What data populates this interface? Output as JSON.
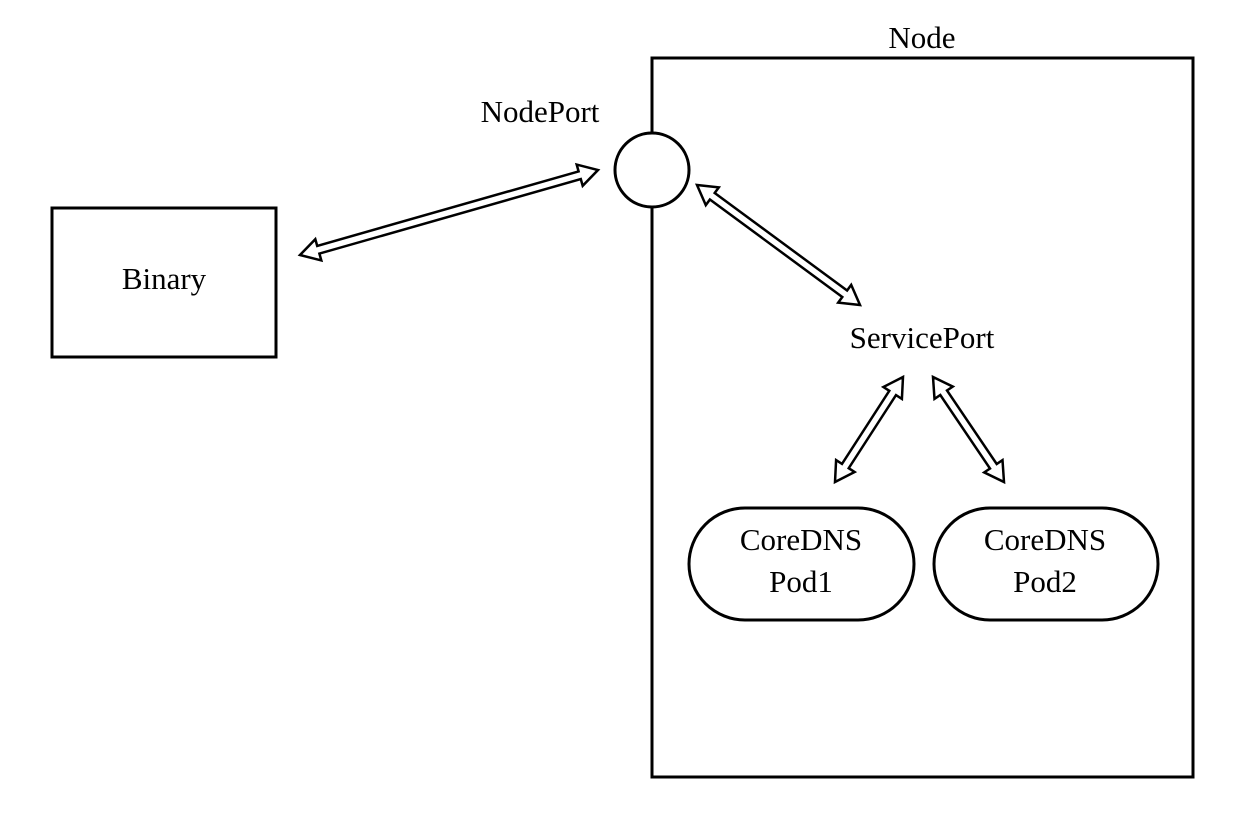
{
  "diagram": {
    "node_label": "Node",
    "node_port_label": "NodePort",
    "binary_label": "Binary",
    "service_port_label": "ServicePort",
    "pods": [
      {
        "line1": "CoreDNS",
        "line2": "Pod1"
      },
      {
        "line1": "CoreDNS",
        "line2": "Pod2"
      }
    ],
    "connections": [
      {
        "from": "Binary",
        "to": "NodePort",
        "style": "double-headed hollow arrow"
      },
      {
        "from": "NodePort",
        "to": "ServicePort",
        "style": "double-headed hollow arrow"
      },
      {
        "from": "ServicePort",
        "to": "CoreDNS Pod1",
        "style": "double-headed hollow arrow"
      },
      {
        "from": "ServicePort",
        "to": "CoreDNS Pod2",
        "style": "double-headed hollow arrow"
      }
    ],
    "colors": {
      "stroke": "#000000",
      "fill": "#ffffff"
    }
  }
}
